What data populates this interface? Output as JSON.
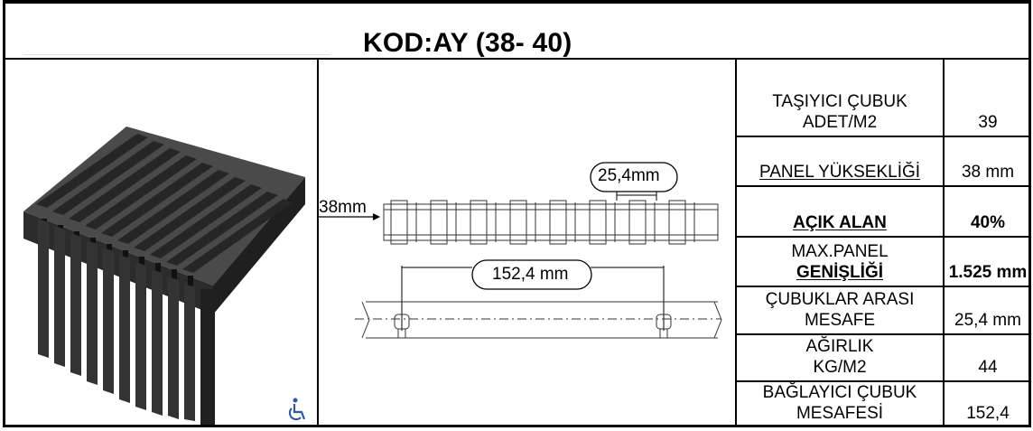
{
  "title": "KOD:AY (38- 40)",
  "drawing": {
    "height_label": "38mm",
    "pitch_label": "25,4mm",
    "tie_spacing_label": "152,4 mm"
  },
  "specs": [
    {
      "label_line1": "TAŞIYICI ÇUBUK",
      "label_line2": "ADET/M2",
      "value": "39"
    },
    {
      "label_line1": "",
      "label_line2": "PANEL YÜKSEKLİĞİ",
      "value": "38 mm"
    },
    {
      "label_line1": "",
      "label_line2": "AÇIK ALAN",
      "value": "40%"
    },
    {
      "label_line1": "MAX.PANEL",
      "label_line2": "GENİŞLİĞİ",
      "value": "1.525 mm"
    },
    {
      "label_line1": "ÇUBUKLAR ARASI",
      "label_line2": "MESAFE",
      "value": "25,4 mm"
    },
    {
      "label_line1": "AĞIRLIK",
      "label_line2": "KG/M2",
      "value": "44"
    },
    {
      "label_line1": "BAĞLAYICI ÇUBUK",
      "label_line2": "MESAFESİ",
      "value": "152,4"
    }
  ],
  "icons": {
    "accessibility": "wheelchair-icon"
  },
  "colors": {
    "grating": "#3a3a3a",
    "accessibility_icon": "#2f5aa0"
  }
}
